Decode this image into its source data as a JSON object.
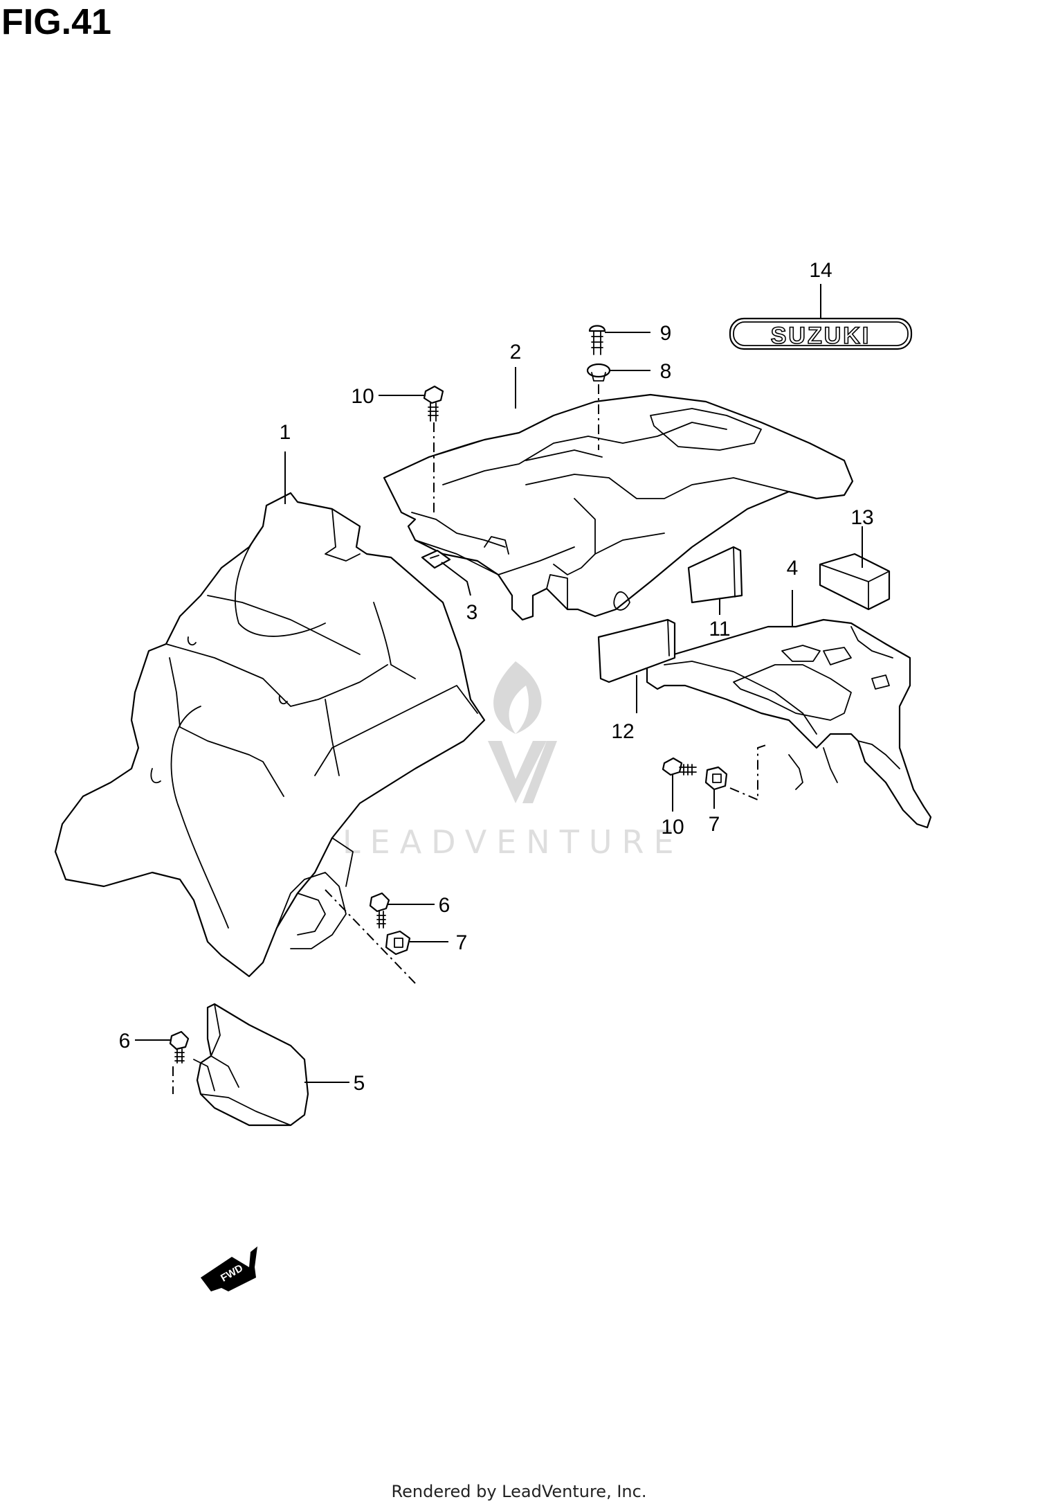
{
  "figure": {
    "title": "FIG.41",
    "footer": "Rendered by LeadVenture, Inc.",
    "watermark": "LEADVENTURE",
    "logo_text": "SUZUKI",
    "direction_label": "FWD"
  },
  "callouts": [
    {
      "id": "c1",
      "label": "1"
    },
    {
      "id": "c2",
      "label": "2"
    },
    {
      "id": "c3",
      "label": "3"
    },
    {
      "id": "c4",
      "label": "4"
    },
    {
      "id": "c5",
      "label": "5"
    },
    {
      "id": "c6a",
      "label": "6"
    },
    {
      "id": "c6b",
      "label": "6"
    },
    {
      "id": "c7a",
      "label": "7"
    },
    {
      "id": "c7b",
      "label": "7"
    },
    {
      "id": "c8",
      "label": "8"
    },
    {
      "id": "c9",
      "label": "9"
    },
    {
      "id": "c10a",
      "label": "10"
    },
    {
      "id": "c10b",
      "label": "10"
    },
    {
      "id": "c11",
      "label": "11"
    },
    {
      "id": "c12",
      "label": "12"
    },
    {
      "id": "c13",
      "label": "13"
    },
    {
      "id": "c14",
      "label": "14"
    }
  ]
}
